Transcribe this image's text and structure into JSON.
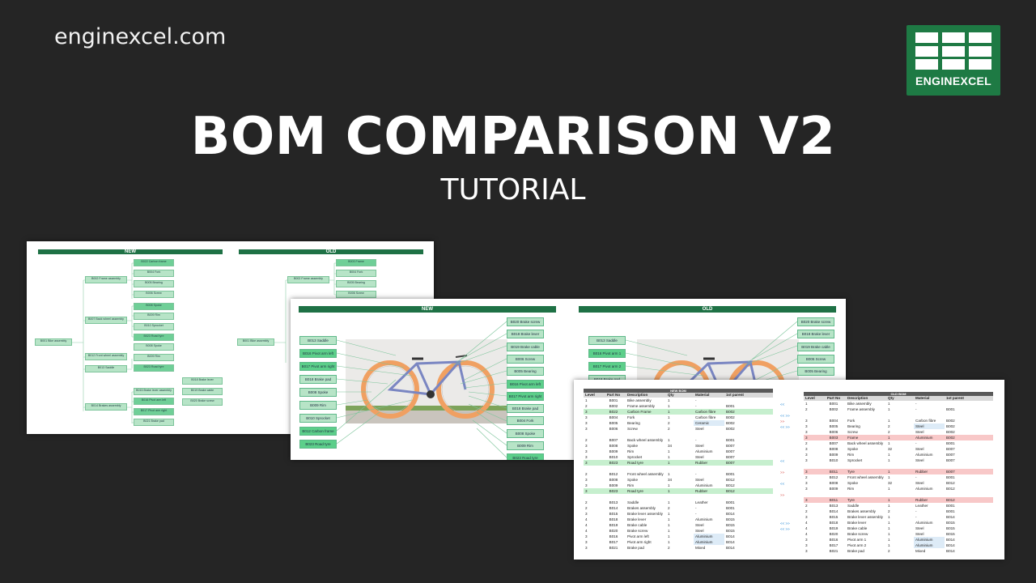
{
  "site": "enginexcel.com",
  "logo_text": "ENGINEXCEL",
  "title": "BOM COMPARISON V2",
  "subtitle": "TUTORIAL",
  "colors": {
    "background": "#252525",
    "brand_green": "#1e7a44",
    "header_green": "#1e7145",
    "match": "#c6efce",
    "diff": "#f8c8c8"
  },
  "shot1": {
    "new_label": "NEW",
    "old_label": "OLD",
    "new_nodes": [
      {
        "t": "B001 Bike assembly"
      },
      {
        "t": "B002 Frame assembly"
      },
      {
        "t": "B007 Back wheel assembly"
      },
      {
        "t": "B012 Front wheel assembly"
      },
      {
        "t": "B013 Saddle"
      },
      {
        "t": "B014 Brakes assembly"
      },
      {
        "t": "B022 Carbon frame"
      },
      {
        "t": "B004 Fork"
      },
      {
        "t": "B005 Bearing"
      },
      {
        "t": "B006 Screw"
      },
      {
        "t": "B008 Spoke"
      },
      {
        "t": "B009 Rim"
      },
      {
        "t": "B010 Sprocket"
      },
      {
        "t": "B023 Road tyre"
      },
      {
        "t": "B008 Spoke"
      },
      {
        "t": "B009 Rim"
      },
      {
        "t": "B023 Road tyre"
      },
      {
        "t": "B015 Brake lever assembly"
      },
      {
        "t": "B016 Pivot arm left"
      },
      {
        "t": "B017 Pivot arm right"
      },
      {
        "t": "B021 Brake pad"
      },
      {
        "t": "B018 Brake lever"
      },
      {
        "t": "B019 Brake cable"
      },
      {
        "t": "B020 Brake screw"
      }
    ],
    "old_nodes": [
      {
        "t": "B001 Bike assembly"
      },
      {
        "t": "B002 Frame assembly"
      },
      {
        "t": "B003 Frame"
      },
      {
        "t": "B004 Fork"
      },
      {
        "t": "B005 Bearing"
      },
      {
        "t": "B006 Screw"
      }
    ]
  },
  "shot2": {
    "new_label": "NEW",
    "old_label": "OLD",
    "left_tags": [
      "B013 Saddle",
      "B016 Pivot arm left",
      "B017 Pivot arm right",
      "B018 Brake pad",
      "B008 Spoke",
      "B009 Rim",
      "B010 Sprocket",
      "B012 Carbon frame",
      "B023 Road tyre"
    ],
    "right_tags": [
      "B020 Brake screw",
      "B018 Brake lever",
      "B019 Brake cable",
      "B006 Screw",
      "B005 Bearing",
      "B016 Pivot arm left",
      "B017 Pivot arm right",
      "B018 Brake pad",
      "B004 Fork",
      "B008 Spoke",
      "B009 Rim",
      "B023 Road tyre"
    ],
    "old_left_tags": [
      "B013 Saddle",
      "B016 Pivot arm 1",
      "B017 Pivot arm 2",
      "B018 Brake pad"
    ],
    "old_right_tags": [
      "B020 Brake screw",
      "B018 Brake lever",
      "B019 Brake cable",
      "B006 Screw",
      "B005 Bearing"
    ]
  },
  "shot3": {
    "new_title": "NEW BOM",
    "old_title": "OLD BOM",
    "headers": [
      "Level",
      "Part No",
      "Description",
      "Qty",
      "Material",
      "1st parent"
    ],
    "new_rows": [
      {
        "cells": [
          "1",
          "B001",
          "Bike assembly",
          "1",
          "-",
          ""
        ],
        "s": ""
      },
      {
        "cells": [
          "2",
          "B002",
          "Frame assembly",
          "1",
          "-",
          "B001"
        ],
        "s": ""
      },
      {
        "cells": [
          "3",
          "B022",
          "Carbon Frame",
          "1",
          "Carbon fibre",
          "B002"
        ],
        "s": "g"
      },
      {
        "cells": [
          "3",
          "B004",
          "Fork",
          "1",
          "Carbon fibre",
          "B002"
        ],
        "s": ""
      },
      {
        "cells": [
          "3",
          "B005",
          "Bearing",
          "2",
          "Ceramic",
          "B002"
        ],
        "s": "b"
      },
      {
        "cells": [
          "3",
          "B006",
          "Screw",
          "2",
          "Steel",
          "B002"
        ],
        "s": ""
      },
      {
        "cells": [
          "",
          "",
          "",
          "",
          "",
          ""
        ],
        "s": ""
      },
      {
        "cells": [
          "2",
          "B007",
          "Back wheel assembly",
          "1",
          "-",
          "B001"
        ],
        "s": ""
      },
      {
        "cells": [
          "3",
          "B008",
          "Spoke",
          "34",
          "Steel",
          "B007"
        ],
        "s": ""
      },
      {
        "cells": [
          "3",
          "B009",
          "Rim",
          "1",
          "Aluminium",
          "B007"
        ],
        "s": ""
      },
      {
        "cells": [
          "3",
          "B010",
          "Sprocket",
          "1",
          "Steel",
          "B007"
        ],
        "s": ""
      },
      {
        "cells": [
          "3",
          "B023",
          "Road tyre",
          "1",
          "Rubber",
          "B007"
        ],
        "s": "g"
      },
      {
        "cells": [
          "",
          "",
          "",
          "",
          "",
          ""
        ],
        "s": ""
      },
      {
        "cells": [
          "2",
          "B012",
          "Front wheel assembly",
          "1",
          "-",
          "B001"
        ],
        "s": ""
      },
      {
        "cells": [
          "3",
          "B008",
          "Spoke",
          "34",
          "Steel",
          "B012"
        ],
        "s": ""
      },
      {
        "cells": [
          "3",
          "B009",
          "Rim",
          "1",
          "Aluminium",
          "B012"
        ],
        "s": ""
      },
      {
        "cells": [
          "3",
          "B023",
          "Road tyre",
          "1",
          "Rubber",
          "B012"
        ],
        "s": "g"
      },
      {
        "cells": [
          "",
          "",
          "",
          "",
          "",
          ""
        ],
        "s": ""
      },
      {
        "cells": [
          "2",
          "B013",
          "Saddle",
          "1",
          "Leather",
          "B001"
        ],
        "s": ""
      },
      {
        "cells": [
          "2",
          "B014",
          "Brakes assembly",
          "2",
          "-",
          "B001"
        ],
        "s": ""
      },
      {
        "cells": [
          "3",
          "B015",
          "Brake lever assembly",
          "1",
          "-",
          "B014"
        ],
        "s": ""
      },
      {
        "cells": [
          "4",
          "B018",
          "Brake lever",
          "1",
          "Aluminium",
          "B015"
        ],
        "s": ""
      },
      {
        "cells": [
          "4",
          "B019",
          "Brake cable",
          "1",
          "Steel",
          "B015"
        ],
        "s": ""
      },
      {
        "cells": [
          "4",
          "B020",
          "Brake screw",
          "1",
          "Steel",
          "B015"
        ],
        "s": ""
      },
      {
        "cells": [
          "3",
          "B016",
          "Pivot arm left",
          "1",
          "Aluminium",
          "B014"
        ],
        "s": "b"
      },
      {
        "cells": [
          "3",
          "B017",
          "Pivot arm right",
          "1",
          "Aluminium",
          "B014"
        ],
        "s": "b"
      },
      {
        "cells": [
          "3",
          "B021",
          "Brake pad",
          "2",
          "Mixed",
          "B014"
        ],
        "s": ""
      }
    ],
    "old_rows": [
      {
        "cells": [
          "1",
          "B001",
          "Bike assembly",
          "1",
          "-",
          ""
        ],
        "s": ""
      },
      {
        "cells": [
          "2",
          "B002",
          "Frame assembly",
          "1",
          "-",
          "B001"
        ],
        "s": ""
      },
      {
        "cells": [
          "",
          "",
          "",
          "",
          "",
          ""
        ],
        "s": ""
      },
      {
        "cells": [
          "3",
          "B004",
          "Fork",
          "1",
          "Carbon fibre",
          "B002"
        ],
        "s": ""
      },
      {
        "cells": [
          "3",
          "B005",
          "Bearing",
          "2",
          "Steel",
          "B002"
        ],
        "s": "b"
      },
      {
        "cells": [
          "3",
          "B006",
          "Screw",
          "2",
          "Steel",
          "B002"
        ],
        "s": ""
      },
      {
        "cells": [
          "3",
          "B003",
          "Frame",
          "1",
          "Aluminium",
          "B002"
        ],
        "s": "r"
      },
      {
        "cells": [
          "2",
          "B007",
          "Back wheel assembly",
          "1",
          "-",
          "B001"
        ],
        "s": ""
      },
      {
        "cells": [
          "3",
          "B008",
          "Spoke",
          "32",
          "Steel",
          "B007"
        ],
        "s": ""
      },
      {
        "cells": [
          "3",
          "B009",
          "Rim",
          "1",
          "Aluminium",
          "B007"
        ],
        "s": ""
      },
      {
        "cells": [
          "3",
          "B010",
          "Sprocket",
          "1",
          "Steel",
          "B007"
        ],
        "s": ""
      },
      {
        "cells": [
          "",
          "",
          "",
          "",
          "",
          ""
        ],
        "s": ""
      },
      {
        "cells": [
          "3",
          "B011",
          "Tyre",
          "1",
          "Rubber",
          "B007"
        ],
        "s": "r"
      },
      {
        "cells": [
          "2",
          "B012",
          "Front wheel assembly",
          "1",
          "-",
          "B001"
        ],
        "s": ""
      },
      {
        "cells": [
          "3",
          "B008",
          "Spoke",
          "32",
          "Steel",
          "B012"
        ],
        "s": ""
      },
      {
        "cells": [
          "3",
          "B009",
          "Rim",
          "1",
          "Aluminium",
          "B012"
        ],
        "s": ""
      },
      {
        "cells": [
          "",
          "",
          "",
          "",
          "",
          ""
        ],
        "s": ""
      },
      {
        "cells": [
          "3",
          "B011",
          "Tyre",
          "1",
          "Rubber",
          "B012"
        ],
        "s": "r"
      },
      {
        "cells": [
          "2",
          "B013",
          "Saddle",
          "1",
          "Leather",
          "B001"
        ],
        "s": ""
      },
      {
        "cells": [
          "2",
          "B014",
          "Brakes assembly",
          "2",
          "-",
          "B001"
        ],
        "s": ""
      },
      {
        "cells": [
          "3",
          "B015",
          "Brake lever assembly",
          "1",
          "-",
          "B014"
        ],
        "s": ""
      },
      {
        "cells": [
          "4",
          "B018",
          "Brake lever",
          "1",
          "Aluminium",
          "B015"
        ],
        "s": ""
      },
      {
        "cells": [
          "4",
          "B019",
          "Brake cable",
          "1",
          "Steel",
          "B015"
        ],
        "s": ""
      },
      {
        "cells": [
          "4",
          "B020",
          "Brake screw",
          "1",
          "Steel",
          "B015"
        ],
        "s": ""
      },
      {
        "cells": [
          "3",
          "B016",
          "Pivot arm 1",
          "1",
          "Aluminium",
          "B014"
        ],
        "s": "b"
      },
      {
        "cells": [
          "3",
          "B017",
          "Pivot arm 2",
          "1",
          "Aluminium",
          "B014"
        ],
        "s": "b"
      },
      {
        "cells": [
          "3",
          "B021",
          "Brake pad",
          "2",
          "Mixed",
          "B014"
        ],
        "s": ""
      }
    ],
    "arrows": [
      "<<",
      "<< >>",
      ">>",
      "<< >>",
      "<<",
      ">>",
      "<<",
      ">>",
      "<< >>",
      "<< >>"
    ]
  }
}
